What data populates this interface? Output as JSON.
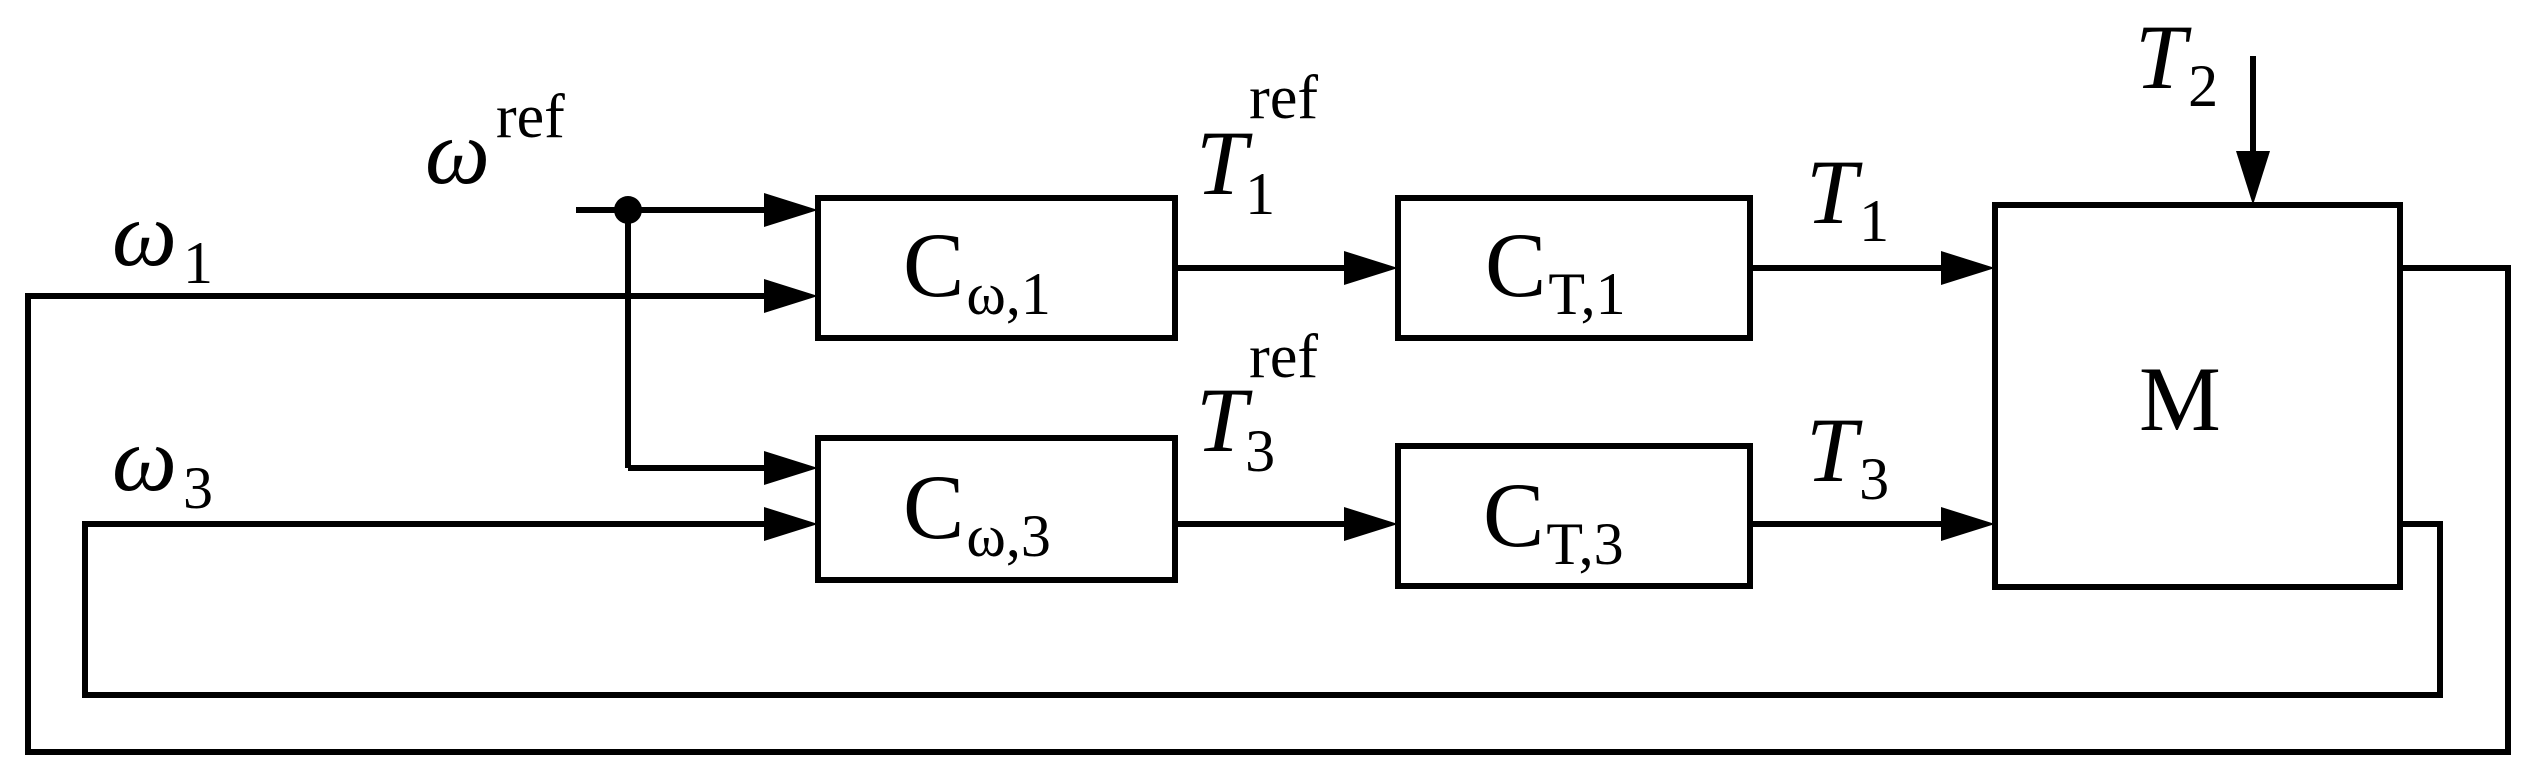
{
  "blocks": {
    "c_omega_1": {
      "main": "C",
      "sub": "ω,1"
    },
    "c_t_1": {
      "main": "C",
      "sub": "T,1"
    },
    "c_omega_3": {
      "main": "C",
      "sub": "ω,3"
    },
    "c_t_3": {
      "main": "C",
      "sub": "T,3"
    },
    "m": {
      "main": "M"
    }
  },
  "signals": {
    "omega_ref": {
      "main": "ω",
      "sup": "ref"
    },
    "omega_1": {
      "main": "ω",
      "sub": "1"
    },
    "omega_3": {
      "main": "ω",
      "sub": "3"
    },
    "t1_ref": {
      "main": "T",
      "sub": "1",
      "sup": "ref"
    },
    "t3_ref": {
      "main": "T",
      "sub": "3",
      "sup": "ref"
    },
    "t1": {
      "main": "T",
      "sub": "1"
    },
    "t3": {
      "main": "T",
      "sub": "3"
    },
    "t2": {
      "main": "T",
      "sub": "2"
    }
  }
}
